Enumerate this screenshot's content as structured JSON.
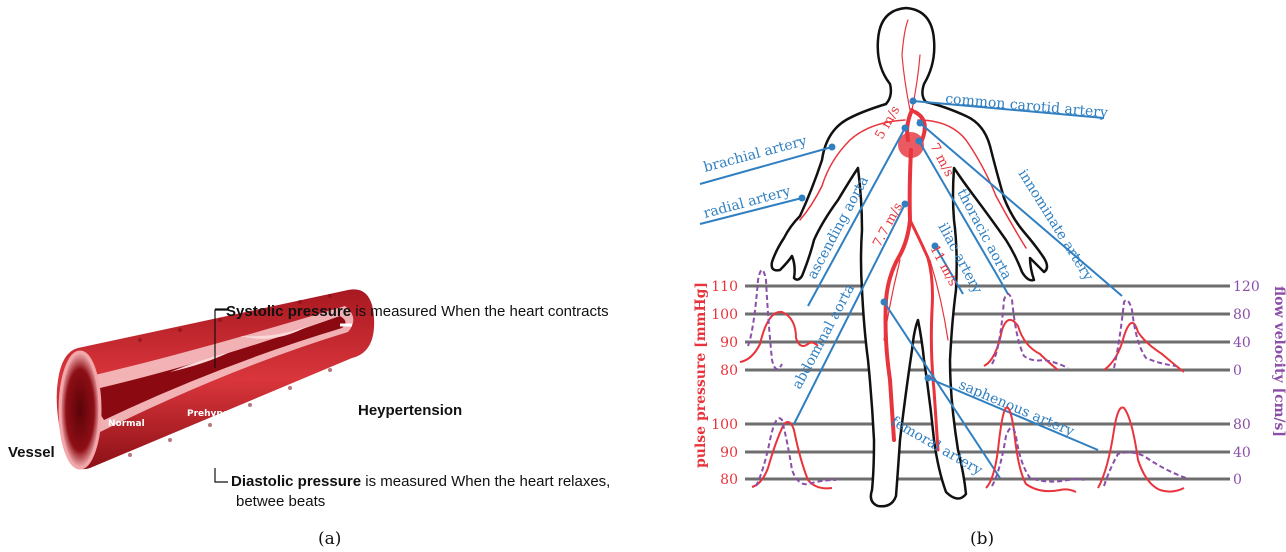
{
  "panel_a": {
    "caption": "(a)",
    "systolic_term": "Systolic pressure",
    "systolic_rest": " is measured When the heart contracts",
    "diastolic_term": "Diastolic pressure",
    "diastolic_rest": " is measured When the heart relaxes,",
    "diastolic_line2": "betwee beats",
    "vessel": "Vessel",
    "normal": "Normal",
    "prehypertension": "Prehypertension",
    "hypertension": "Heypertension",
    "colors": {
      "vessel_outer": "#c8232c",
      "lumen": "#8b0a12",
      "glow": "#f7c6c8"
    }
  },
  "panel_b": {
    "caption": "(b)",
    "arteries": [
      "common carotid artery",
      "brachial artery",
      "radial artery",
      "ascending aorta",
      "innominate artery",
      "thoracic aorta",
      "iliac artery",
      "abdominal aorta",
      "femoral artery",
      "saphenous artery"
    ],
    "speeds": [
      "5 m/s",
      "7 m/s",
      "7.7 m/s",
      "11 m/s"
    ],
    "y_left_label": "pulse pressure  [mmHg]",
    "y_right_label": "flow velocity  [cm/s]",
    "left_ticks_top": [
      "110",
      "100",
      "90",
      "80"
    ],
    "left_ticks_bottom": [
      "100",
      "90",
      "80"
    ],
    "right_ticks_top": [
      "120",
      "80",
      "40",
      "0"
    ],
    "right_ticks_bottom": [
      "80",
      "40",
      "0"
    ],
    "colors": {
      "pressure": "#e8343c",
      "velocity": "#8a4fa8",
      "annotation": "#2f7fc1",
      "body": "#111111"
    }
  }
}
